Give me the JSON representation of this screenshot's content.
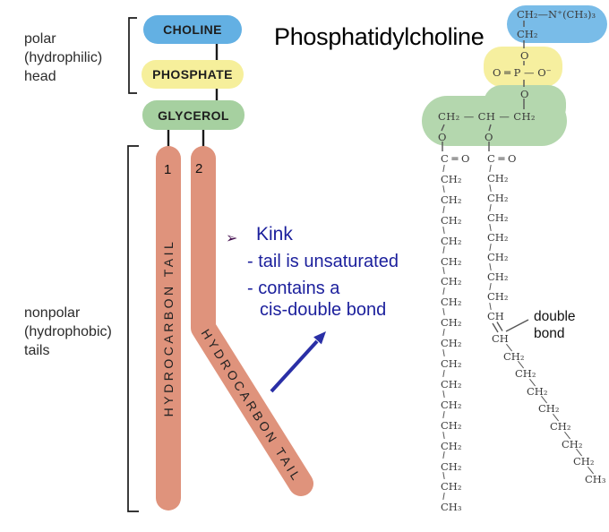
{
  "title": "Phosphatidylcholine",
  "palette": {
    "schem_blue": "#63b0e3",
    "schem_yellow": "#f6ef9b",
    "schem_green": "#a6d0a0",
    "mol_blue": "#79bce8",
    "mol_yellow": "#f6ef9f",
    "mol_green": "#b4d7ae",
    "salmon": "#df937c",
    "arrow_blue": "#2a2fa6",
    "annotation_blue": "#1b1f9c"
  },
  "head": {
    "polar": [
      "polar",
      "(hydrophilic)",
      "head"
    ],
    "nonpolar": [
      "nonpolar",
      "(hydrophobic)",
      "tails"
    ]
  },
  "schematic": {
    "boxes": [
      {
        "label": "CHOLINE"
      },
      {
        "label": "PHOSPHATE"
      },
      {
        "label": "GLYCEROL"
      }
    ],
    "tail1_number": "1",
    "tail2_number": "2",
    "tail_label": "HYDROCARBON TAIL"
  },
  "annotation": {
    "bullet": "➢",
    "heading": "Kink",
    "lines": [
      "- tail is unsaturated",
      "- contains a",
      "cis-double bond"
    ]
  },
  "molecule": {
    "choline_row1": "CH₂—N⁺(CH₃)₃",
    "choline_row2": "CH₂",
    "phosphate_o_top": "O",
    "phosphate_row": "O ═ P — O⁻",
    "glycerol_o_top": "O",
    "glycerol_row": "CH₂ — CH — CH₂",
    "ester_o_left": "O",
    "ester_o_right": "O",
    "chain1": [
      "C ═ O",
      "CH₂",
      "CH₂",
      "CH₂",
      "CH₂",
      "CH₂",
      "CH₂",
      "CH₂",
      "CH₂",
      "CH₂",
      "CH₂",
      "CH₂",
      "CH₂",
      "CH₂",
      "CH₂",
      "CH₂",
      "CH₂",
      "CH₃"
    ],
    "chain2_vertical": [
      "C ═ O",
      "CH₂",
      "CH₂",
      "CH₂",
      "CH₂",
      "CH₂",
      "CH₂",
      "CH₂",
      "CH"
    ],
    "chain2_diagonal": [
      "CH",
      "CH₂",
      "CH₂",
      "CH₂",
      "CH₂",
      "CH₂",
      "CH₂",
      "CH₂",
      "CH₃"
    ],
    "double_bond_label": [
      "double",
      "bond"
    ]
  }
}
